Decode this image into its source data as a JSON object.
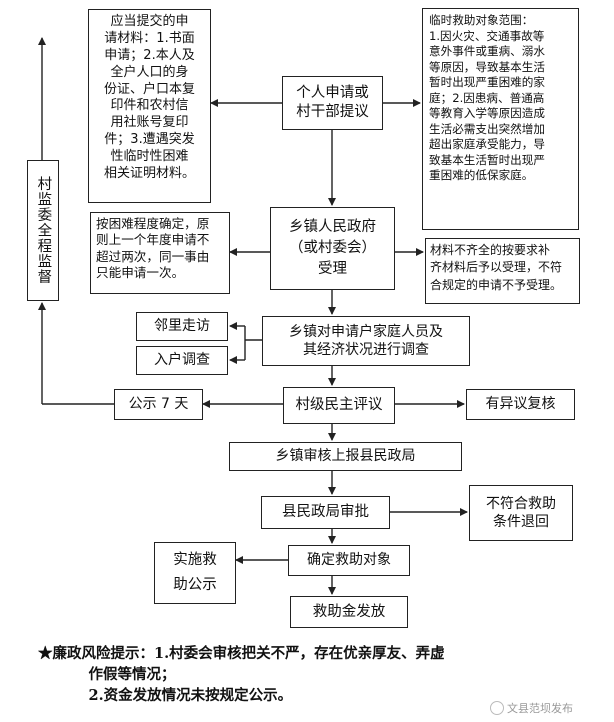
{
  "nodes": {
    "materials": "应当提交的申\n请材料：1.书面\n申请；2.本人及\n全户人口的身\n份证、户口本复\n印件和农村信\n用社账号复印\n件；3.遭遇突发\n性临时性困难\n相关证明材料。",
    "scope": "临时救助对象范围：\n1.因火灾、交通事故等\n意外事件或重病、溺水\n等原因，导致基本生活\n暂时出现严重困难的家\n庭；2.因患病、普通高\n等教育入学等原因造成\n生活必需支出突然增加\n超出家庭承受能力，导\n致基本生活暂时出现严\n重困难的低保家庭。",
    "apply": "个人申请或\n村干部提议",
    "accept": "乡镇人民政府\n（或村委会）\n受理",
    "supervise": "村监委全程监督",
    "limit": "按困难程度确定，原\n则上一个年度申请不\n超过两次，同一事由\n只能申请一次。",
    "incomplete": "材料不齐全的按要求补\n齐材料后予以受理，不符\n合规定的申请不予受理。",
    "visit": "邻里走访",
    "home": "入户调查",
    "investigate": "乡镇对申请户家庭人员及\n其经济状况进行调查",
    "publicity7": "公示 7 天",
    "review": "村级民主评议",
    "objection": "有异议复核",
    "report": "乡镇审核上报县民政局",
    "approve": "县民政局审批",
    "reject": "不符合救助\n条件退回",
    "confirm": "确定救助对象",
    "announce": "实施救\n助公示",
    "payout": "救助金发放"
  },
  "risk_text": "★廉政风险提示：1.村委会审核把关不严，存在优亲厚友、弄虚\n          作假等情况；\n          2.资金发放情况未按规定公示。",
  "watermark": "文县范坝发布",
  "watermark_icon": "wechat-icon"
}
